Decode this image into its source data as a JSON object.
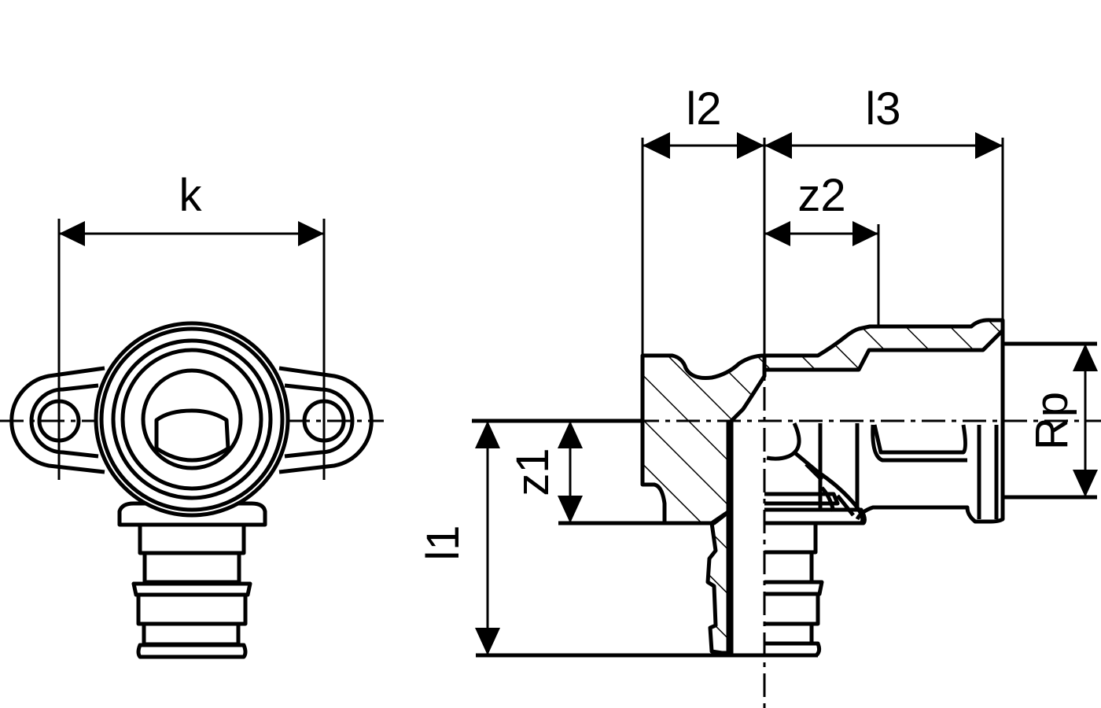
{
  "labels": {
    "k": "k",
    "l1": "l1",
    "l2": "l2",
    "l3": "l3",
    "z1": "z1",
    "z2": "z2",
    "rp": "Rp"
  },
  "colors": {
    "line": "#000000",
    "background": "#ffffff"
  }
}
